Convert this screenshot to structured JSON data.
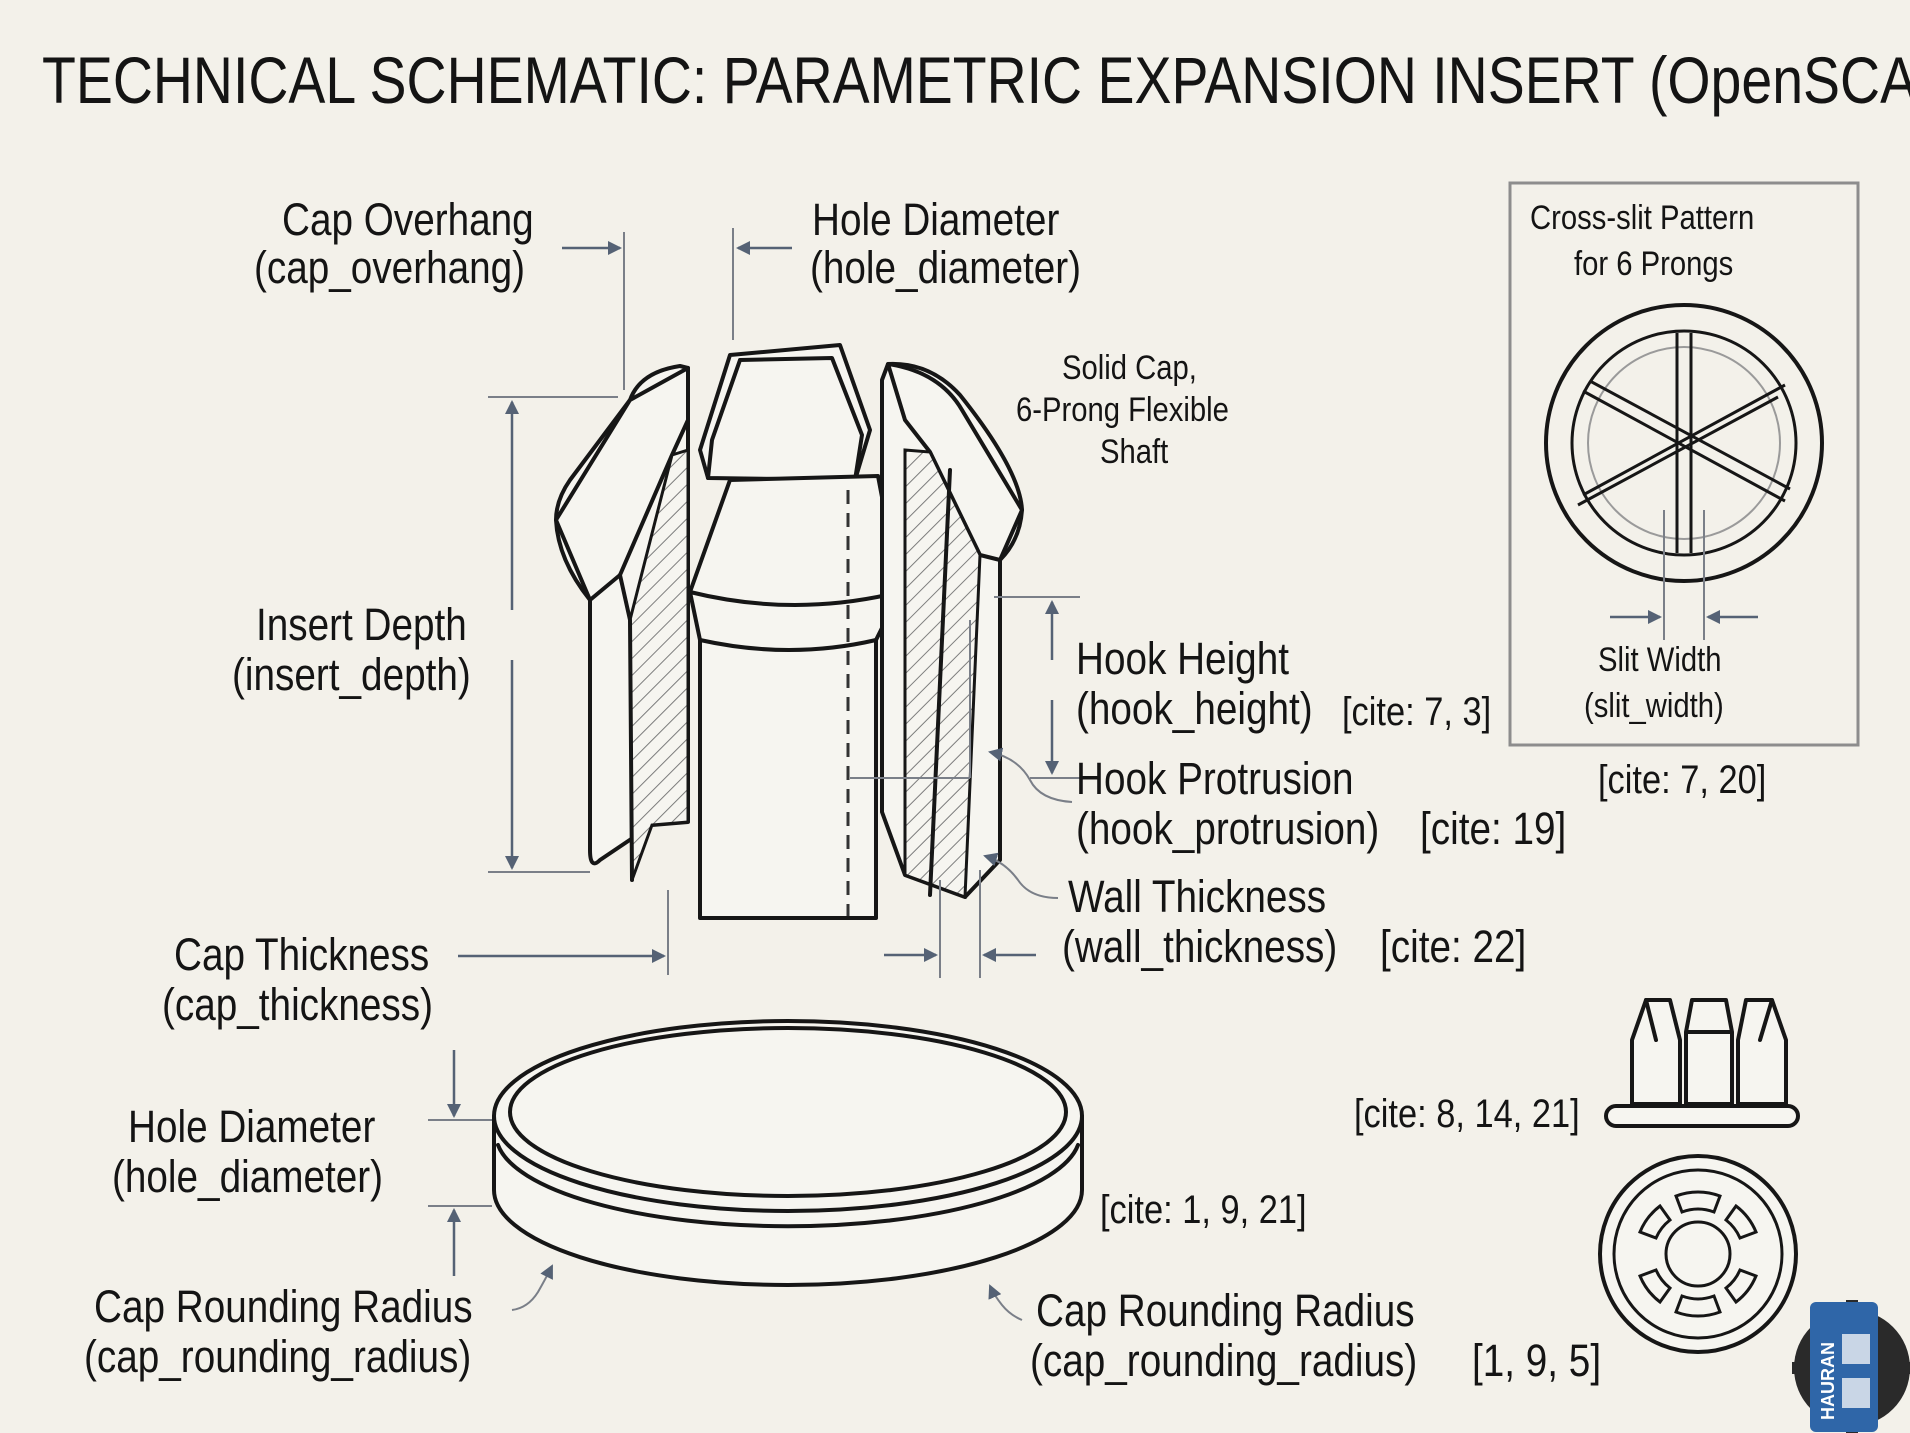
{
  "title": "TECHNICAL SCHEMATIC: PARAMETRIC EXPANSION INSERT (OpenSCAD)",
  "labels": {
    "cap_overhang": [
      "Cap Overhang",
      "(cap_overhang)"
    ],
    "hole_diameter_top": [
      "Hole Diameter",
      "(hole_diameter)"
    ],
    "solid_cap_note": [
      "Solid Cap,",
      "6-Prong Flexible",
      "Shaft"
    ],
    "insert_depth": [
      "Insert Depth",
      "(insert_depth)"
    ],
    "hook_height": [
      "Hook Height",
      "(hook_height)",
      "[cite: 7, 3]"
    ],
    "hook_protrusion": [
      "Hook Protrusion",
      "(hook_protrusion)",
      "[cite: 19]"
    ],
    "wall_thickness": [
      "Wall Thickness",
      "(wall_thickness)",
      "[cite: 22]"
    ],
    "cap_thickness": [
      "Cap Thickness",
      "(cap_thickness)"
    ],
    "hole_diameter_cap": [
      "Hole Diameter",
      "(hole_diameter)"
    ],
    "cap_rounding_left": [
      "Cap Rounding Radius",
      "(cap_rounding_radius)"
    ],
    "cap_rounding_right": [
      "Cap Rounding Radius",
      "(cap_rounding_radius)",
      "[1, 9, 5]"
    ],
    "cap_cite": "[cite: 1, 9, 21]"
  },
  "inset": {
    "title": [
      "Cross-slit Pattern",
      "for 6 Prongs"
    ],
    "slit_width": [
      "Slit Width",
      "(slit_width)"
    ],
    "cite": "[cite: 7, 20]"
  },
  "side_view_cite": "[cite: 8, 14, 21]",
  "logo_text": "HAURAN",
  "colors": {
    "background": "#f3f1ea",
    "ink": "#161616",
    "dimension": "#556275",
    "logo": "#2f66a8"
  }
}
